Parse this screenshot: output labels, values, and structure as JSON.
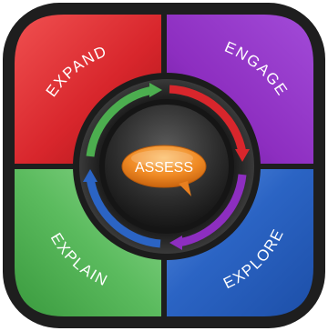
{
  "diagram": {
    "center": {
      "label": "ASSESS"
    },
    "quadrants": [
      {
        "id": "expand",
        "label": "EXPAND"
      },
      {
        "id": "engage",
        "label": "ENGAGE"
      },
      {
        "id": "explain",
        "label": "EXPLAIN"
      },
      {
        "id": "explore",
        "label": "EXPLORE"
      }
    ],
    "colors": {
      "red": "#d8262c",
      "purple": "#8d2ec0",
      "green": "#4cae4f",
      "blue": "#2b64c4",
      "frame": "#1e1e1e",
      "hub_orange": "#f08a24"
    },
    "cycle_arrow_colors": [
      "#d8262c",
      "#8d2ec0",
      "#2b64c4",
      "#4cae4f"
    ]
  }
}
